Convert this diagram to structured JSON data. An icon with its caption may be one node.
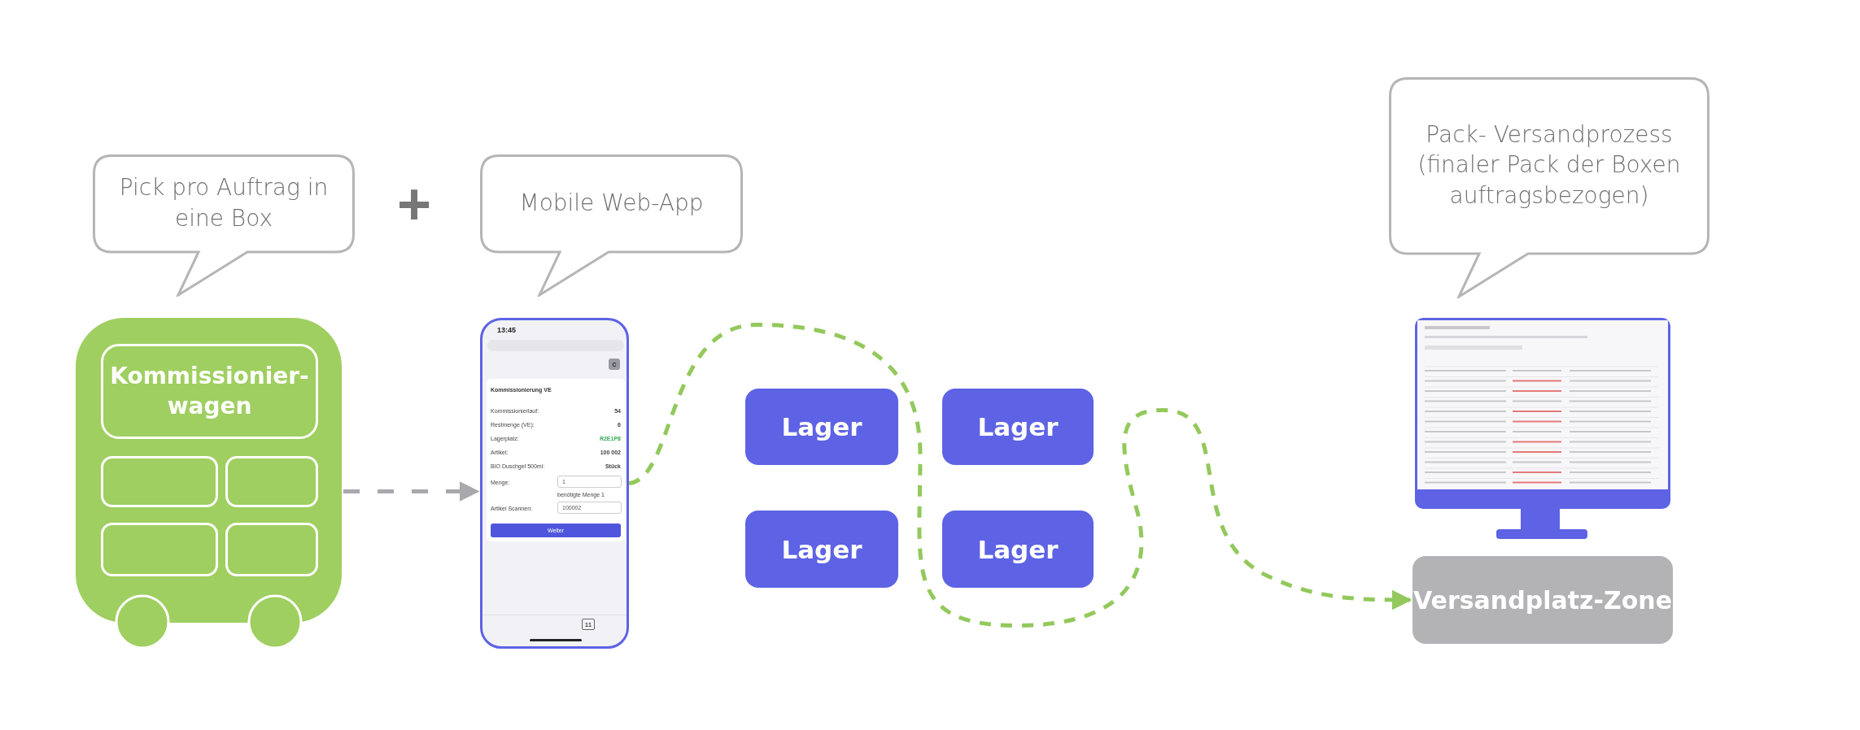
{
  "diagram": {
    "nodes": [
      {
        "text": [
          "Pick pro Auftrag in eine Box"
        ]
      },
      {
        "text": [
          "Mobile Web-App"
        ]
      },
      {
        "text": [
          "Pack- Versandprozess (finaler Pack der Boxen auftragsbezogen)"
        ]
      },
      {
        "text": [],
        "shape": "picture"
      },
      {
        "text": [
          "Kommissionier- wagen"
        ],
        "in": 3
      },
      {
        "text": [],
        "shape": "box",
        "in": 3
      },
      {
        "text": [],
        "shape": "box",
        "in": 3
      },
      {
        "text": [],
        "shape": "box",
        "in": 3
      },
      {
        "text": [],
        "shape": "box",
        "in": 3
      },
      {
        "text": [],
        "shape": "picture"
      },
      {
        "text": [
          "Lager"
        ]
      },
      {
        "text": [
          "Lager"
        ]
      },
      {
        "text": [
          "Lager"
        ]
      },
      {
        "text": [
          "Lager"
        ]
      },
      {
        "text": [],
        "shape": "picture"
      },
      {
        "text": [
          "Versandplatz-Zone"
        ]
      }
    ],
    "edges": [
      {
        "from": 3,
        "to": 9,
        "arrow": "to",
        "style": "dashed"
      },
      {
        "from": 9,
        "to": 15,
        "arrow": "to",
        "style": "dashed",
        "color": "#93c95c"
      }
    ],
    "labels": [
      "+",
      "13:45",
      "C",
      "Kommissionierung VE",
      "Kommissionierlauf:",
      "54",
      "Restmenge (VE):",
      "6",
      "Lagerplatz:",
      "R2E1P8",
      "Artikel:",
      "100 002",
      "BIO Duschgel 500ml:",
      "Stück",
      "Menge:",
      "1",
      "benötigte Menge 1",
      "Artikel Scannen:",
      "100002",
      "Weiter",
      "11"
    ]
  }
}
